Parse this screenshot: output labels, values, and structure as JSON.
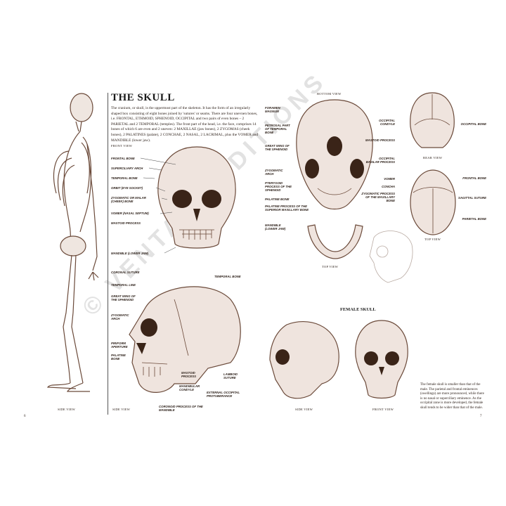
{
  "page": {
    "title": "THE SKULL",
    "intro": "The cranium, or skull, is the uppermost part of the skeleton. It has the form of an irregularly shaped box consisting of eight bones joined by 'sutures' or seams. There are four unevnen bones, i.e. FRONTAL, ETHMOID, SPHENOID, OCCIPITAL and two pairs of even bones – 2 PARIETAL and 2 TEMPORAL (temples). The front part of the head, i.e. the face, comprises 14 bones of which 6 are even and 2 uneven: 2 MAXILLAE (jaw bones), 2 ZYGOMAS (cheek bones), 2 PALATINES (palate), 2 CONCHAE, 2 NASAL, 2 LACRIMAL, plus the VOMER and MANDIBLE (lower jaw).",
    "page_left": "6",
    "page_right": "7",
    "watermark": "© VENTANA EDITIONS"
  },
  "captions": {
    "front_view": "FRONT VIEW",
    "side_view_skeleton": "SIDE VIEW",
    "side_view_skull": "SIDE VIEW",
    "bottom_view": "BOTTOM VIEW",
    "rear_view": "REAR VIEW",
    "top_view_small": "TOP VIEW",
    "top_view_jaw": "TOP VIEW",
    "female_side": "SIDE VIEW",
    "female_front": "FRONT VIEW"
  },
  "front_labels": [
    "FRONTAL BONE",
    "SUPERCILIARY ARCH",
    "TEMPORAL BONE",
    "ORBIT (EYE SOCKET)",
    "ZYGOMATIC OR MALAR (CHEEK) BONE",
    "VOMER (NASAL SEPTUM)",
    "MASTOID PROCESS",
    "MANDIBLE (LOWER JAW)"
  ],
  "side_labels": [
    "CORONAL SUTURE",
    "TEMPORAL LINE",
    "GREAT WING OF THE SPHENOID",
    "ZYGOMATIC ARCH",
    "PIRIFORM APERTURE",
    "PALATINE BONE",
    "TEMPORAL BONE",
    "MASTOID PROCESS",
    "MANDIBULAR CONDYLE",
    "LAMBOID SUTURE",
    "EXTERNAL OCCIPITAL PROTUBERANCE",
    "CORONOID PROCESS OF THE MANDIBLE"
  ],
  "bottom_labels_left": [
    "FORAMEN MAGNUM",
    "PETROSAL PART OF TEMPORAL BONE",
    "GREAT WING OF THE SPHENOID",
    "ZYGOMATIC ARCH",
    "PTERYGOID PROCESS OF THE SPHENOID",
    "PALATINE BONE",
    "PALATINE PROCESS OF THE SUPERIOR MAXILLARY BONE",
    "MANDIBLE (LOWER JAW)"
  ],
  "bottom_labels_right": [
    "OCCIPITAL CONDYLE",
    "MASTOID PROCESS",
    "OCCIPITAL BASILAR PROCESS",
    "VOMER",
    "CONCHA",
    "ZYGOMATIC PROCESS OF THE MAXILLARY BONE"
  ],
  "rear_labels": [
    "OCCIPITAL BONE"
  ],
  "top_labels": [
    "FRONTAL BONE",
    "SAGITTAL SUTURE",
    "PARIETAL BONE"
  ],
  "female": {
    "title": "FEMALE SKULL",
    "text": "The female skull is smaller than that of the male. The parietal and frontal eminences (swellings) are more pronounced, while there is no nasal or superciliary eminence. As the occipital zone is more developed, the female skull tends to be wider than that of the male."
  }
}
